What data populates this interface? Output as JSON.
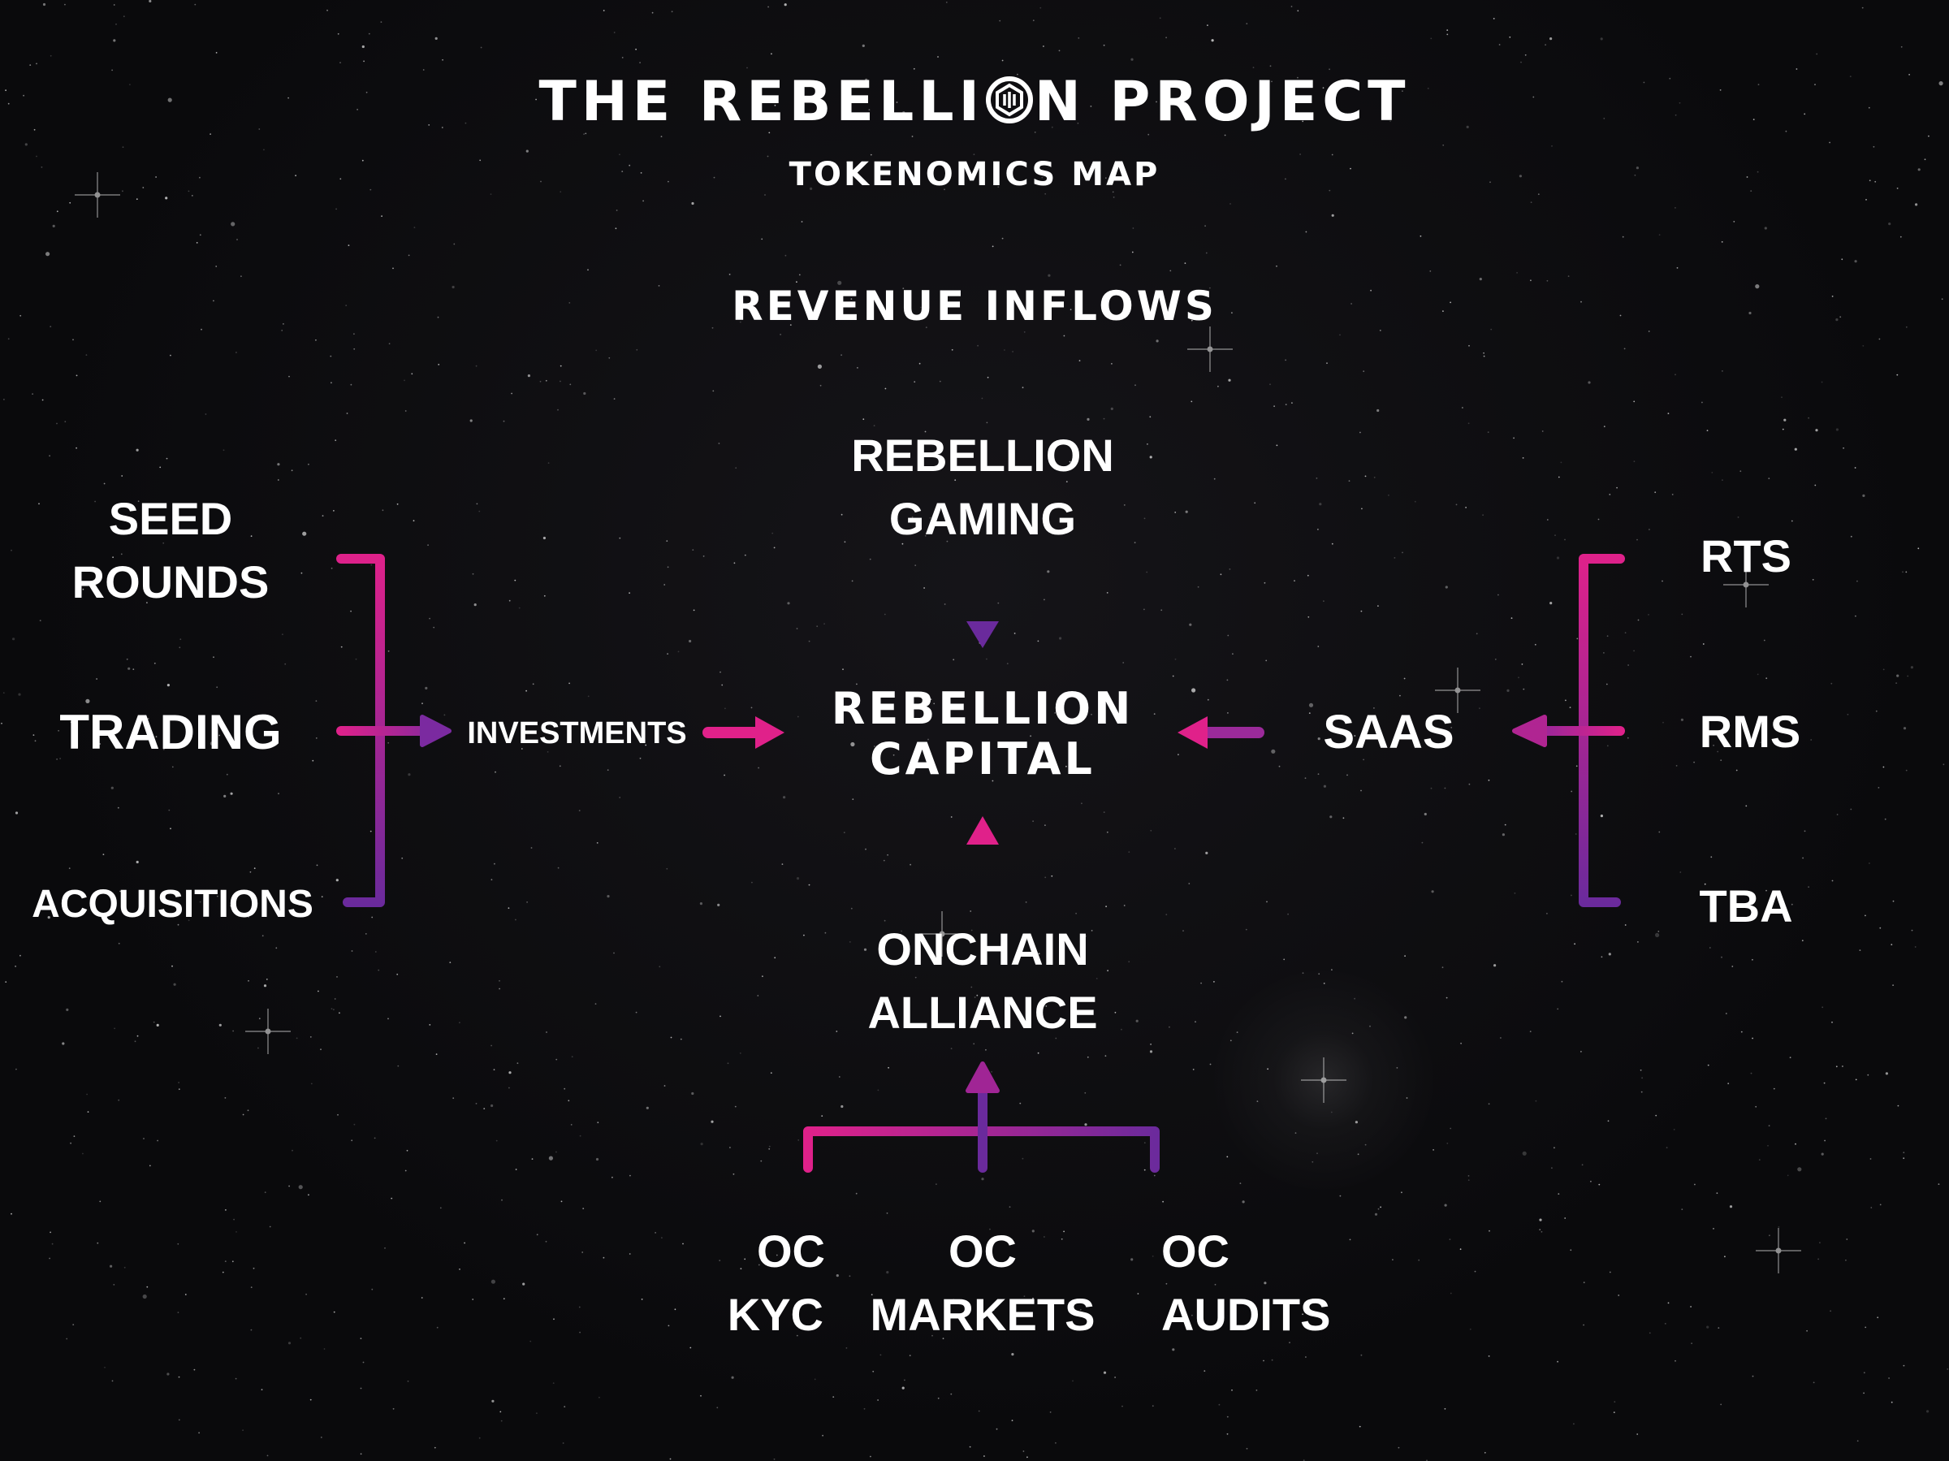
{
  "header": {
    "title_part1": "THE REBELLI",
    "title_part2": "N PROJECT",
    "subtitle": "TOKENOMICS MAP",
    "section": "REVENUE INFLOWS"
  },
  "nodes": {
    "rebellion_gaming": [
      "REBELLION",
      "GAMING"
    ],
    "rebellion_capital": [
      "REBELLION",
      "CAPITAL"
    ],
    "onchain_alliance": [
      "ONCHAIN",
      "ALLIANCE"
    ],
    "seed_rounds": [
      "SEED",
      "ROUNDS"
    ],
    "trading": "TRADING",
    "acquisitions": "ACQUISITIONS",
    "investments": "INVESTMENTS",
    "saas": "SAAS",
    "rts": "RTS",
    "rms": "RMS",
    "tba": "TBA",
    "oc_kyc": [
      "OC",
      "KYC"
    ],
    "oc_markets": [
      "OC",
      "MARKETS"
    ],
    "oc_audits": [
      "OC",
      "AUDITS"
    ]
  },
  "colors": {
    "magenta": "#e0218a",
    "purple": "#6a2a9c",
    "background": "#0b0b0d",
    "text": "#ffffff"
  }
}
